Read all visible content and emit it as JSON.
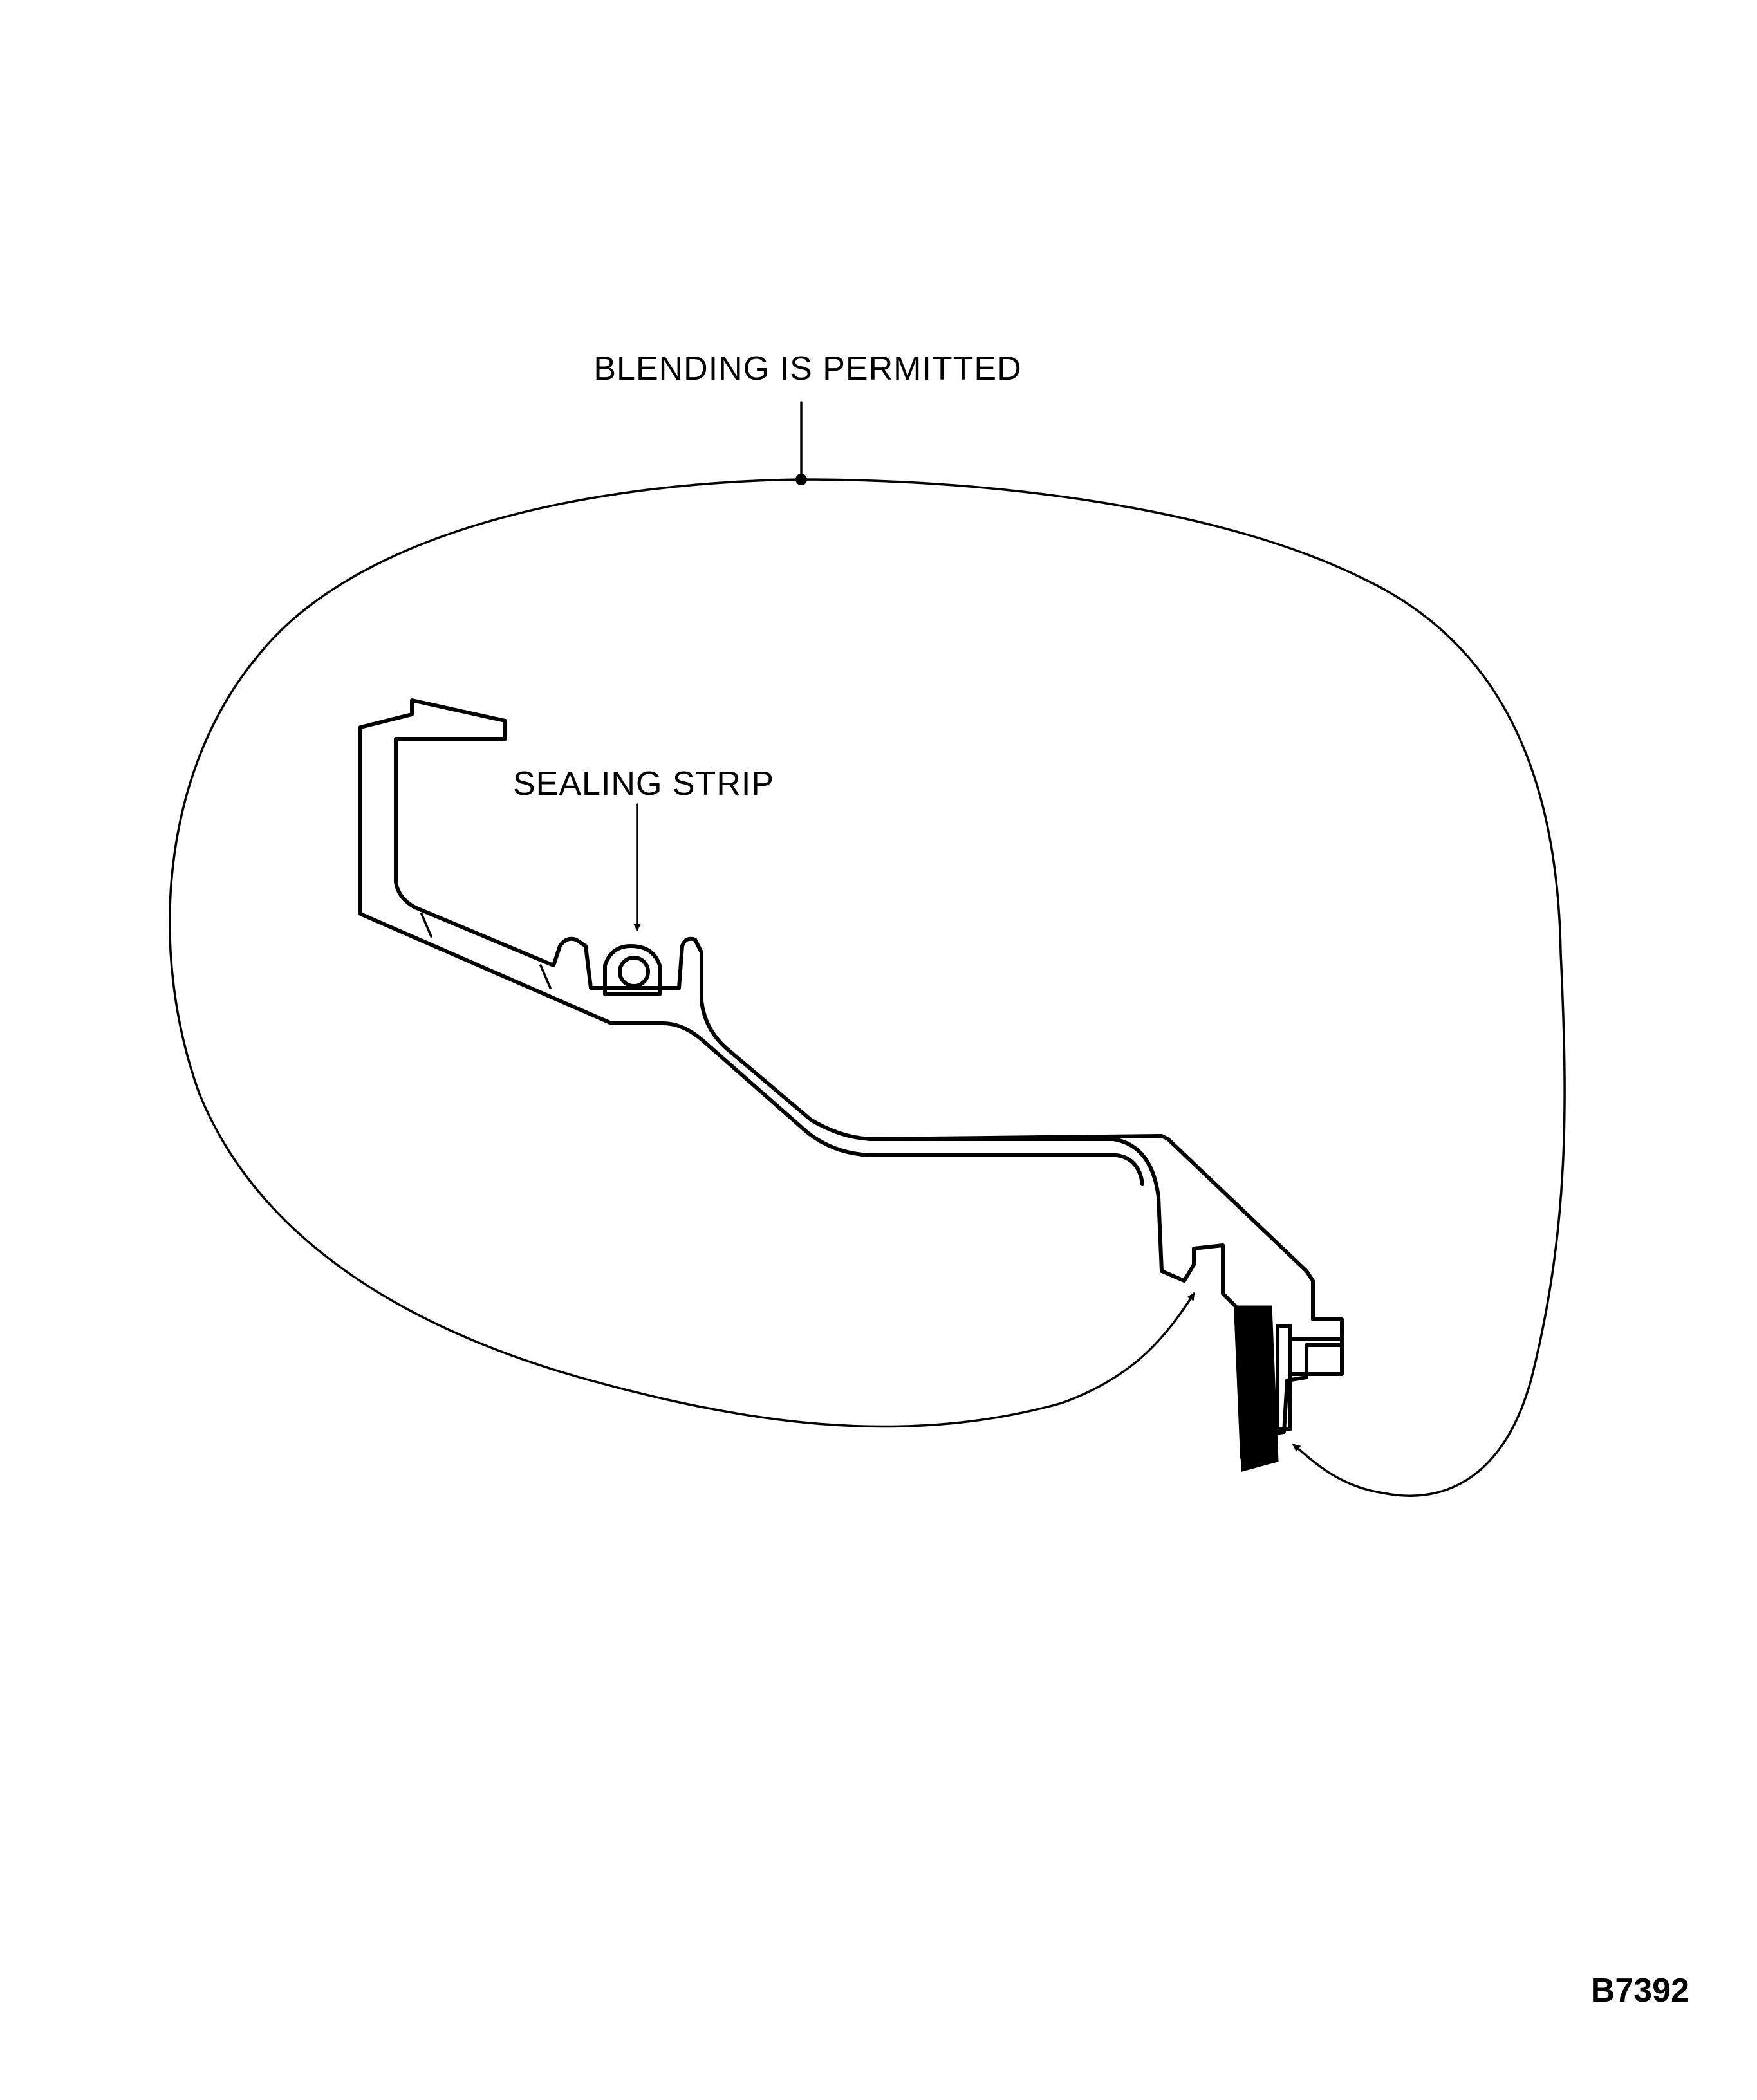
{
  "callouts": {
    "blending": "BLENDING IS PERMITTED",
    "sealing_strip": "SEALING STRIP"
  },
  "figure_id": "B7392"
}
